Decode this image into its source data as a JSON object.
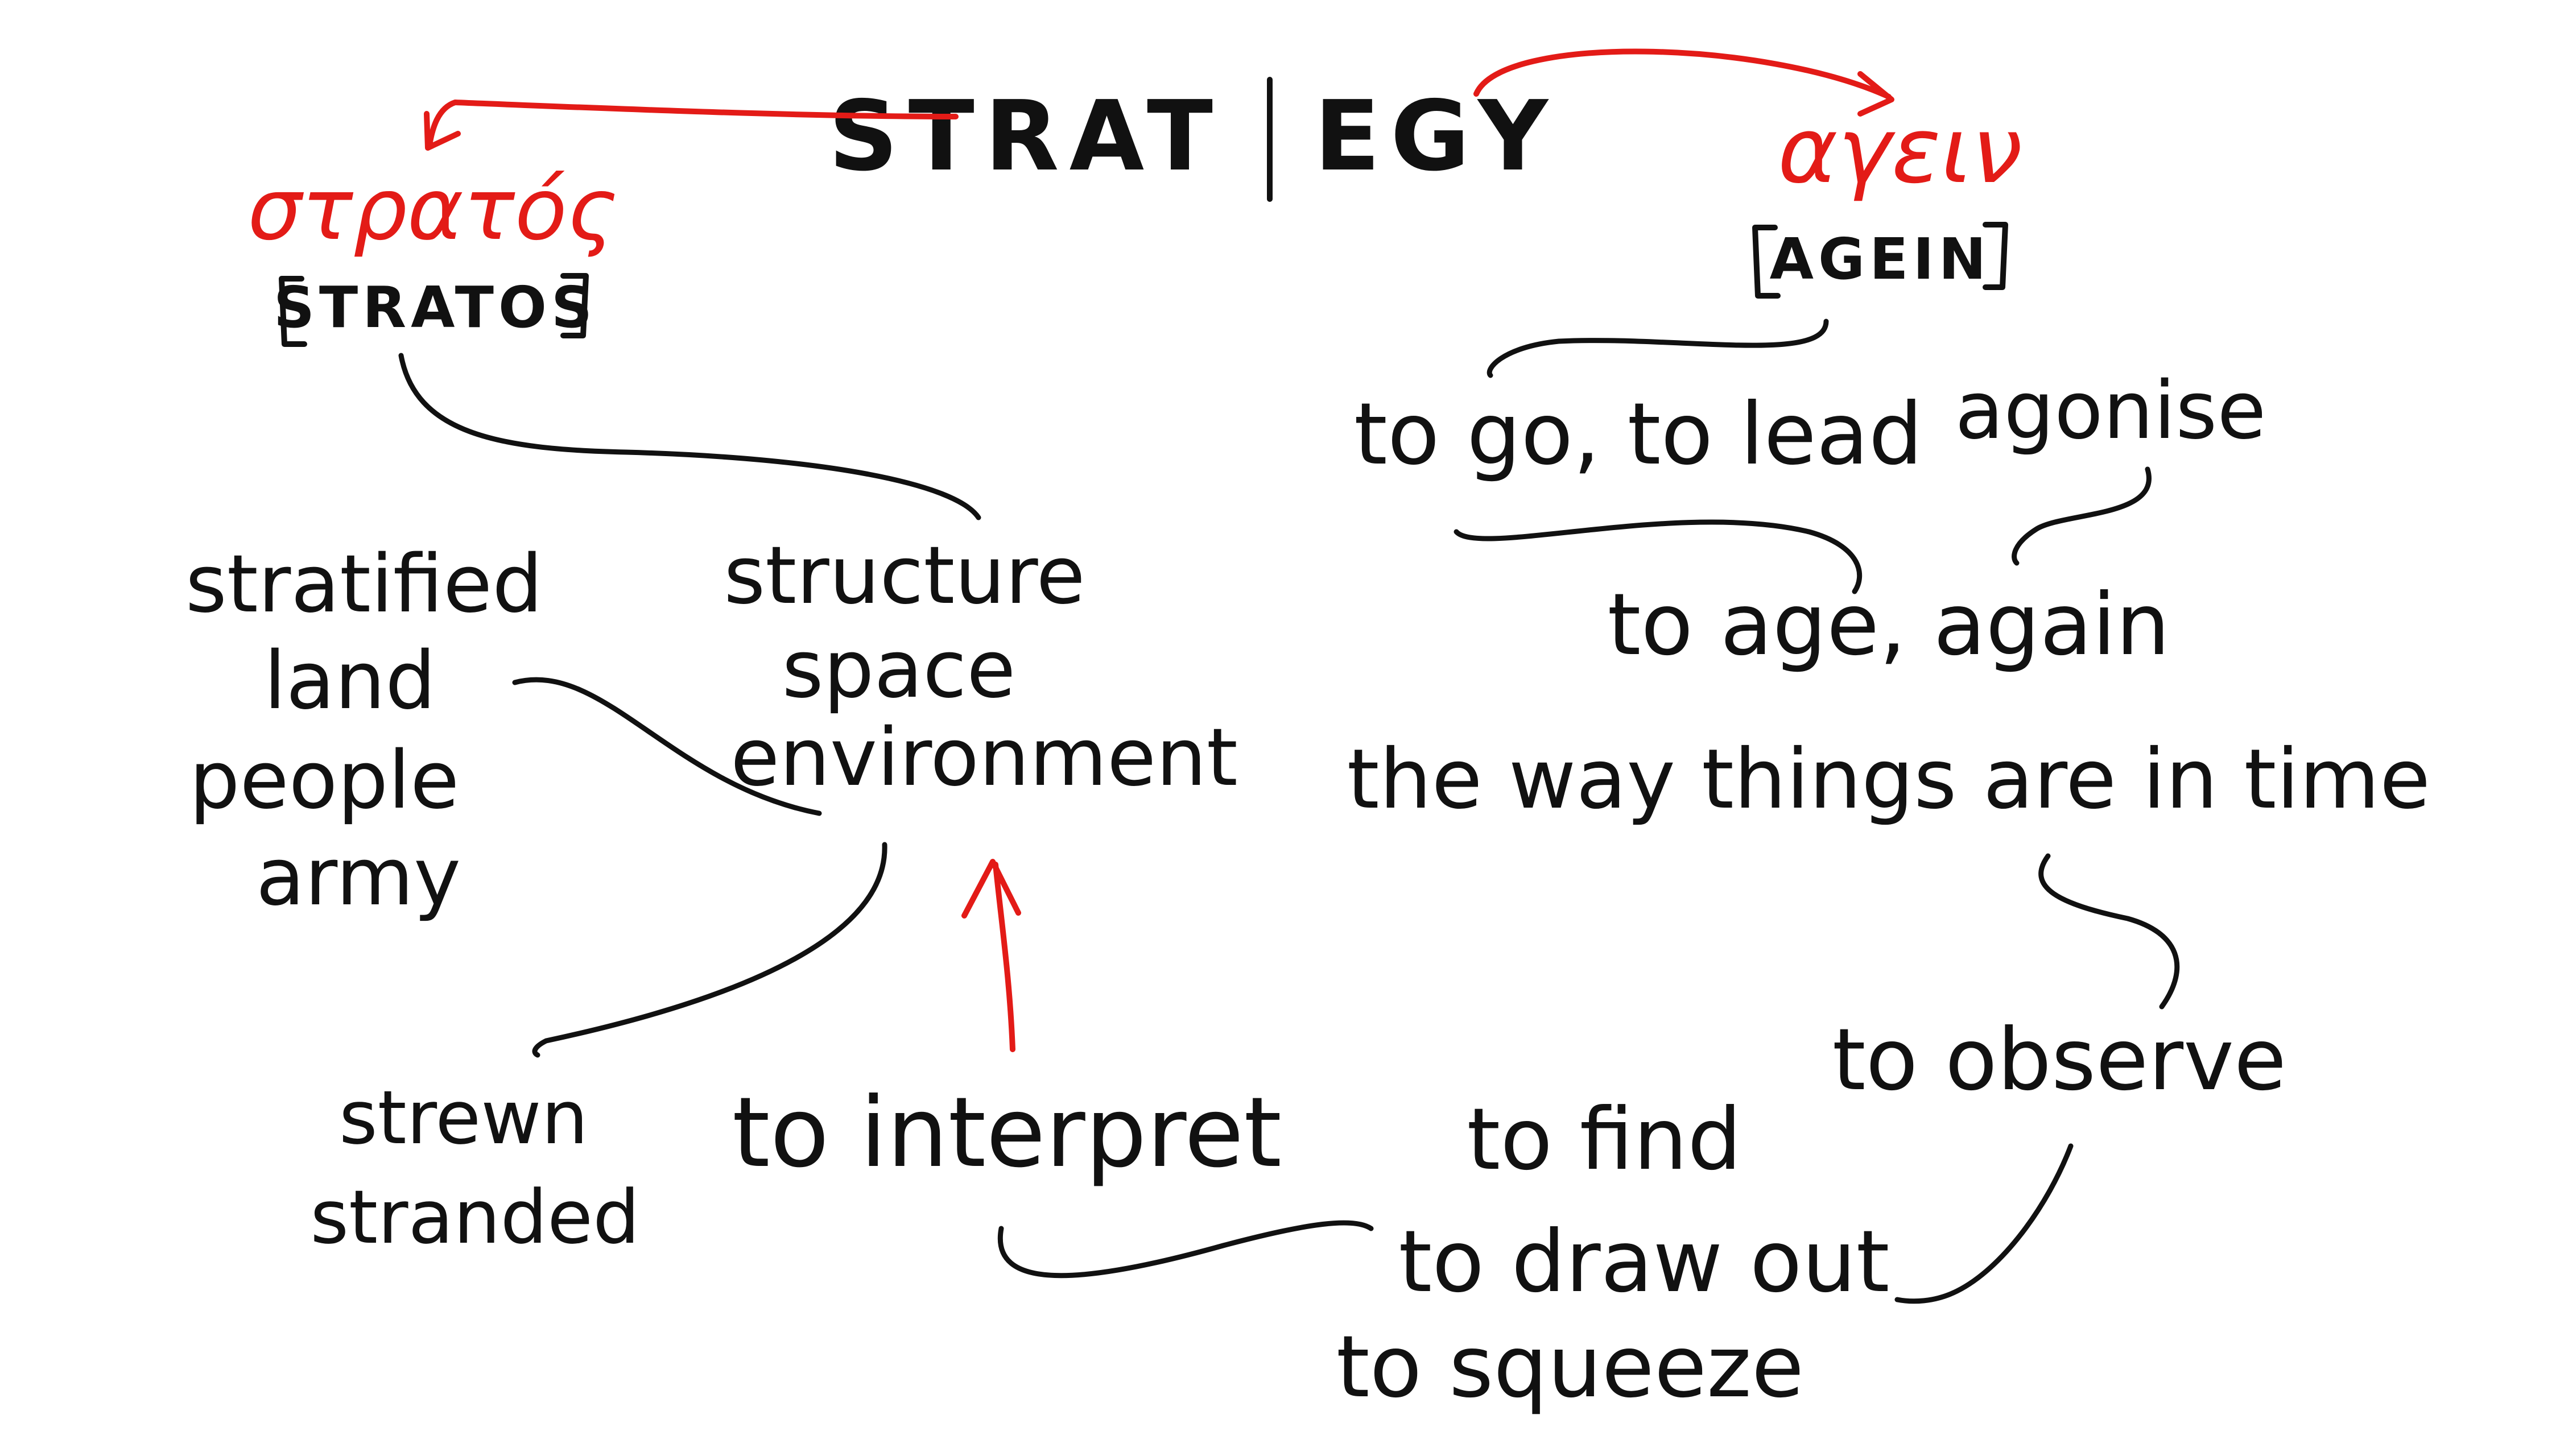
{
  "colors": {
    "ink": "#111111",
    "accent": "#e31b17",
    "background": "#ffffff"
  },
  "title": {
    "left": "STRAT",
    "right": "EGY"
  },
  "roots": {
    "stratos": {
      "greek": "στρατός",
      "transliteration": "STRATOS"
    },
    "agein": {
      "greek": "αγειν",
      "transliteration": "AGEIN"
    }
  },
  "stratos_words": {
    "group1": [
      "stratified",
      "land",
      "people",
      "army"
    ],
    "group2": [
      "structure",
      "space",
      "environment"
    ],
    "group3": [
      "strewn",
      "stranded"
    ],
    "interpret": "to interpret"
  },
  "agein_words": {
    "go_lead": "to go, to lead",
    "agonise": "agonise",
    "age_again": "to age, again",
    "time": "the way things are in time",
    "observe": "to observe",
    "find_group": [
      "to find",
      "to draw out",
      "to squeeze"
    ]
  }
}
